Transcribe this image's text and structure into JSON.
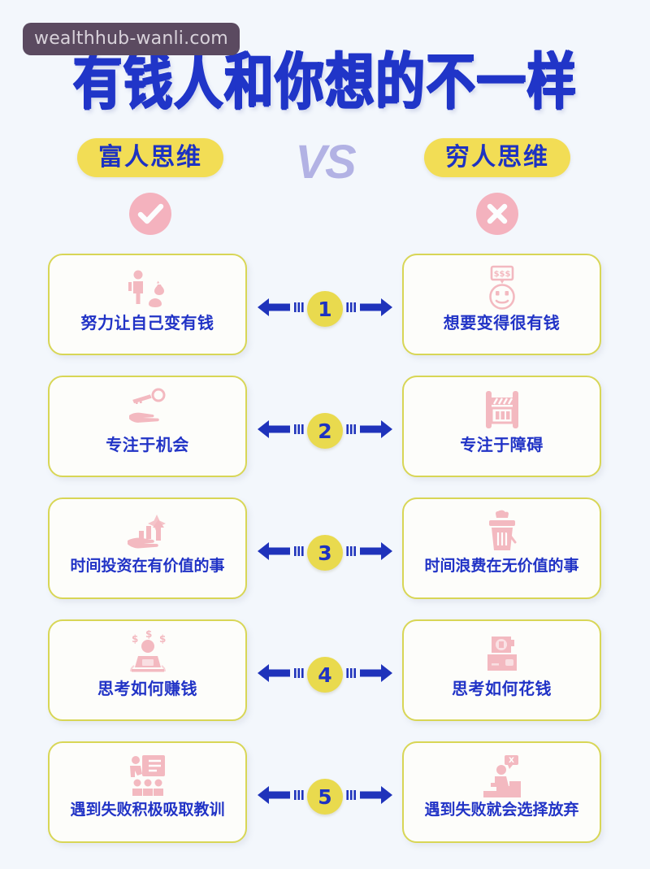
{
  "watermark": {
    "text": "wealthhub-wanli.com"
  },
  "header": {
    "title": "有钱人和你想的不一样",
    "vs_label": "VS",
    "left_pill": "富人思维",
    "right_pill": "穷人思维",
    "left_verdict_icon": "check-circle-icon",
    "right_verdict_icon": "x-circle-icon"
  },
  "colors": {
    "background": "#f3f7fc",
    "title_blue": "#2035c8",
    "pill_yellow": "#f2dd55",
    "card_border": "#d8d656",
    "arrow_blue": "#1f33bb",
    "number_circle": "#e9da4e",
    "verdict_pink": "#f5a3b1",
    "vs_purple": "#b2b2e4",
    "icon_pink": "#f2a3ac",
    "watermark_bg": "#5b4a60"
  },
  "rows": [
    {
      "number": "1",
      "left": {
        "label": "努力让自己变有钱",
        "icon": "person-money-bags-icon"
      },
      "right": {
        "label": "想要变得很有钱",
        "icon": "smiley-dollar-bubble-icon"
      }
    },
    {
      "number": "2",
      "left": {
        "label": "专注于机会",
        "icon": "hand-key-icon"
      },
      "right": {
        "label": "专注于障碍",
        "icon": "barrier-fence-icon"
      }
    },
    {
      "number": "3",
      "left": {
        "label": "时间投资在有价值的事",
        "icon": "hand-growth-chart-icon"
      },
      "right": {
        "label": "时间浪费在无价值的事",
        "icon": "trash-can-icon"
      }
    },
    {
      "number": "4",
      "left": {
        "label": "思考如何赚钱",
        "icon": "person-laptop-dollar-icon"
      },
      "right": {
        "label": "思考如何花钱",
        "icon": "wallet-icon"
      }
    },
    {
      "number": "5",
      "left": {
        "label": "遇到失败积极吸取教训",
        "icon": "classroom-learning-icon"
      },
      "right": {
        "label": "遇到失败就会选择放弃",
        "icon": "person-sitting-stairs-icon"
      }
    }
  ]
}
